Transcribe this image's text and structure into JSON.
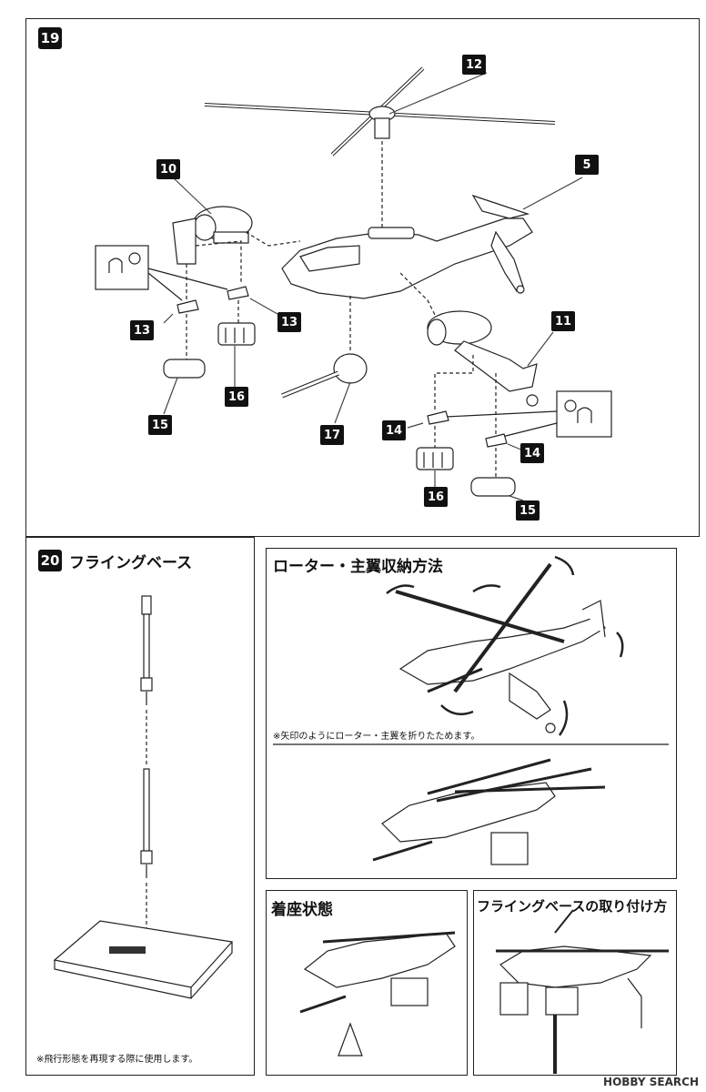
{
  "step19": {
    "number": "19"
  },
  "step20": {
    "number": "20",
    "title": "フライングベース",
    "note": "※飛行形態を再現する際に使用します。"
  },
  "storage": {
    "title": "ローター・主翼収納方法",
    "note": "※矢印のようにローター・主翼を折りたためます。"
  },
  "landed": {
    "title": "着座状態"
  },
  "mount": {
    "title": "フライングベースの取り付け方"
  },
  "parts": {
    "p12": "12",
    "p5": "5",
    "p10": "10",
    "p11": "11",
    "p13a": "13",
    "p13b": "13",
    "p14a": "14",
    "p14b": "14",
    "p15a": "15",
    "p15b": "15",
    "p16a": "16",
    "p16b": "16",
    "p17": "17"
  },
  "watermark": "HOBBY SEARCH"
}
